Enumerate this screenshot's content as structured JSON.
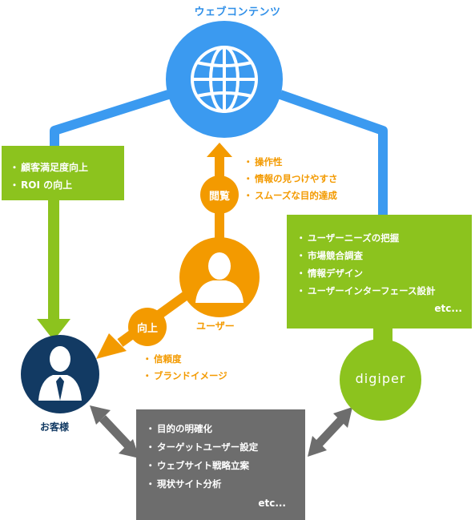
{
  "web_content": {
    "title": "ウェブコンテンツ"
  },
  "benefit_box": {
    "items": [
      "顧客満足度向上",
      "ROI の向上"
    ]
  },
  "browse": {
    "badge": "閲覧",
    "points": [
      "操作性",
      "情報の見つけやすさ",
      "スムーズな目的達成"
    ]
  },
  "user": {
    "label": "ユーザー"
  },
  "improve": {
    "badge": "向上",
    "points": [
      "信頼度",
      "ブランドイメージ"
    ]
  },
  "digiper_tasks": {
    "items": [
      "ユーザーニーズの把握",
      "市場競合調査",
      "情報デザイン",
      "ユーザーインターフェース設計"
    ],
    "etc": "etc..."
  },
  "client": {
    "label": "お客様"
  },
  "digiper": {
    "label": "digiper"
  },
  "client_tasks": {
    "items": [
      "目的の明確化",
      "ターゲットユーザー設定",
      "ウェブサイト戦略立案",
      "現状サイト分析"
    ],
    "etc": "etc..."
  },
  "colors": {
    "blue": "#3b9af0",
    "green": "#8cc31e",
    "orange": "#f39a00",
    "navy": "#123a63",
    "gray": "#6d6d6d"
  }
}
